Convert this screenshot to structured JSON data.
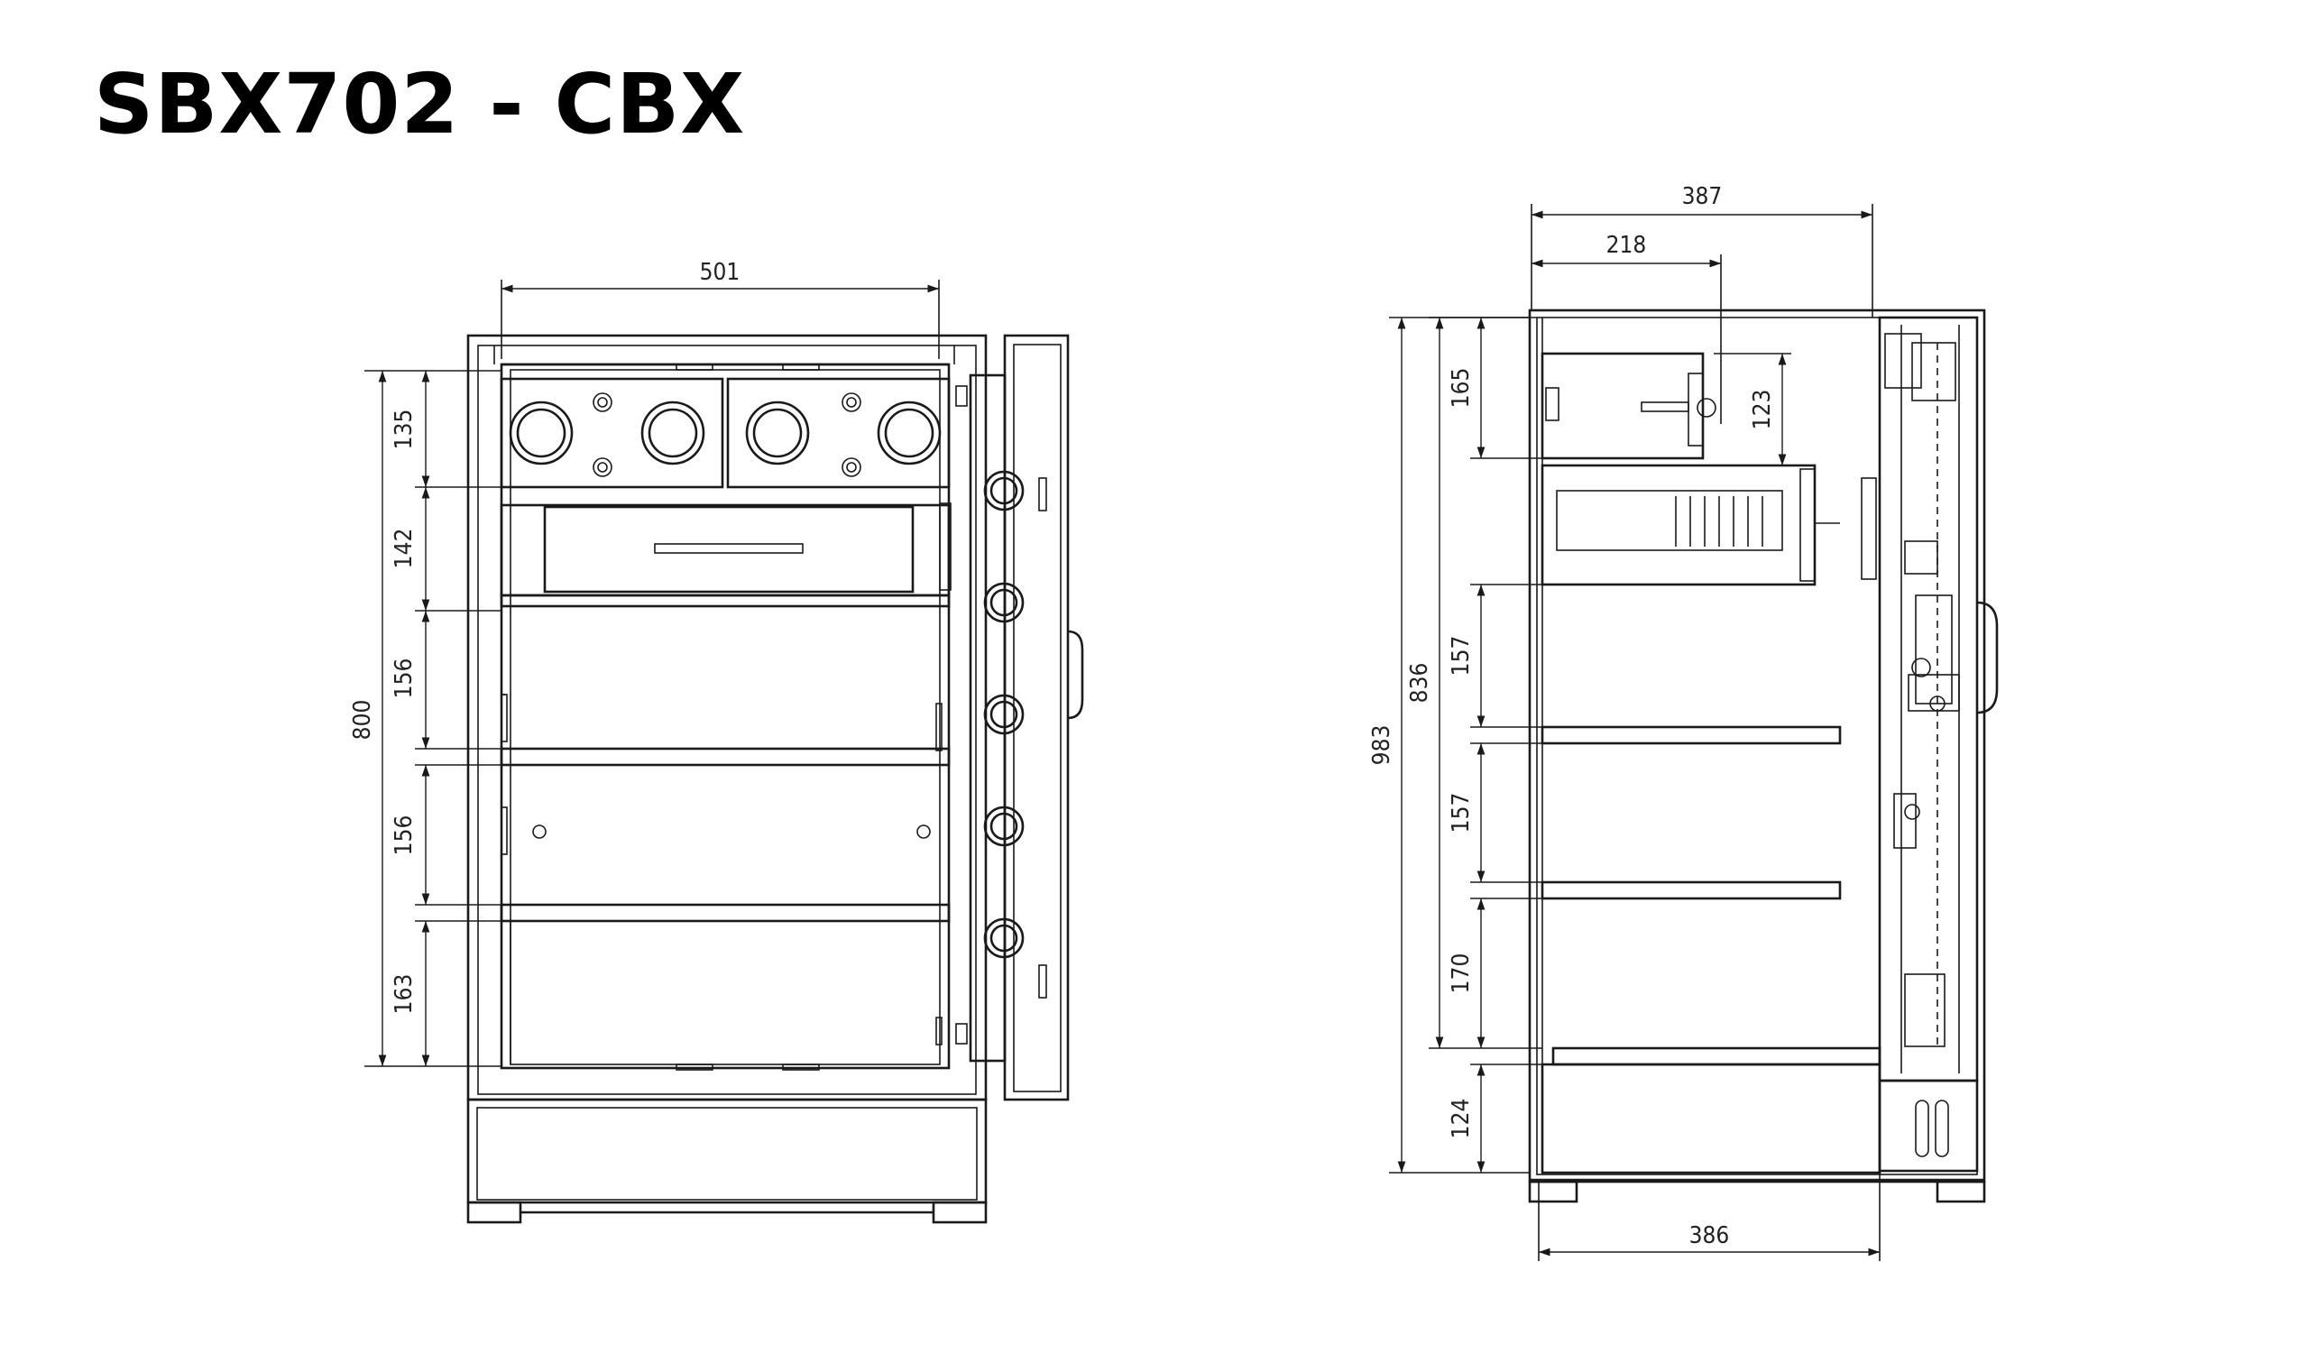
{
  "title": "SBX702 - CBX",
  "dimensions": {
    "front_width": "501",
    "front_total_height": "800",
    "front_seg_1": "135",
    "front_seg_2": "142",
    "front_seg_3": "156",
    "front_seg_4": "156",
    "front_seg_5": "163",
    "side_depth_top": "387",
    "side_depth_inner": "218",
    "side_total_height": "983",
    "side_inner_height": "836",
    "side_seg_1": "165",
    "side_seg_drawer": "123",
    "side_seg_2": "157",
    "side_seg_3": "157",
    "side_seg_4": "170",
    "side_seg_5": "124",
    "side_depth_bottom": "386"
  },
  "colors": {
    "line": "#1a1a1a",
    "background": "#ffffff"
  }
}
